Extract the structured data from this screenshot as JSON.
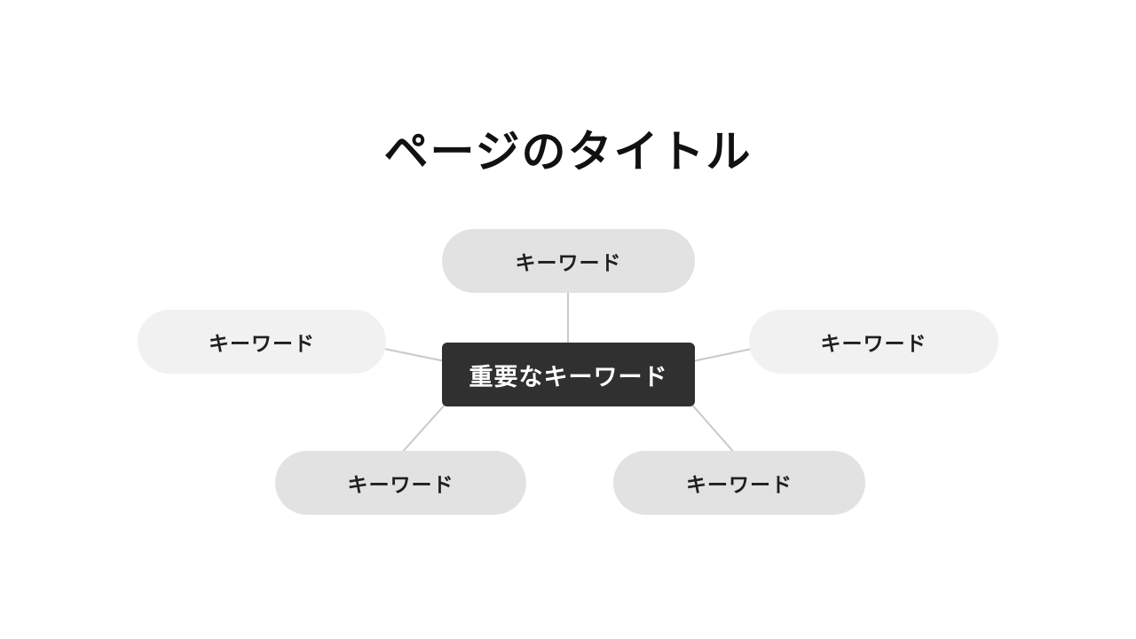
{
  "page": {
    "background_color": "#ffffff"
  },
  "title": {
    "text": "ページのタイトル",
    "color": "#111111"
  },
  "mindmap": {
    "center_node": {
      "label": "重要なキーワード",
      "background_color": "#303030",
      "text_color": "#ffffff"
    },
    "keyword_nodes": [
      {
        "position": "top",
        "label": "キーワード",
        "background_color": "#e2e2e2"
      },
      {
        "position": "left",
        "label": "キーワード",
        "background_color": "#f1f1f1"
      },
      {
        "position": "right",
        "label": "キーワード",
        "background_color": "#f1f1f1"
      },
      {
        "position": "bottom-left",
        "label": "キーワード",
        "background_color": "#e2e2e2"
      },
      {
        "position": "bottom-right",
        "label": "キーワード",
        "background_color": "#e2e2e2"
      }
    ],
    "keyword_text_color": "#1f1f1f",
    "connector_color": "#c9c9c9"
  }
}
